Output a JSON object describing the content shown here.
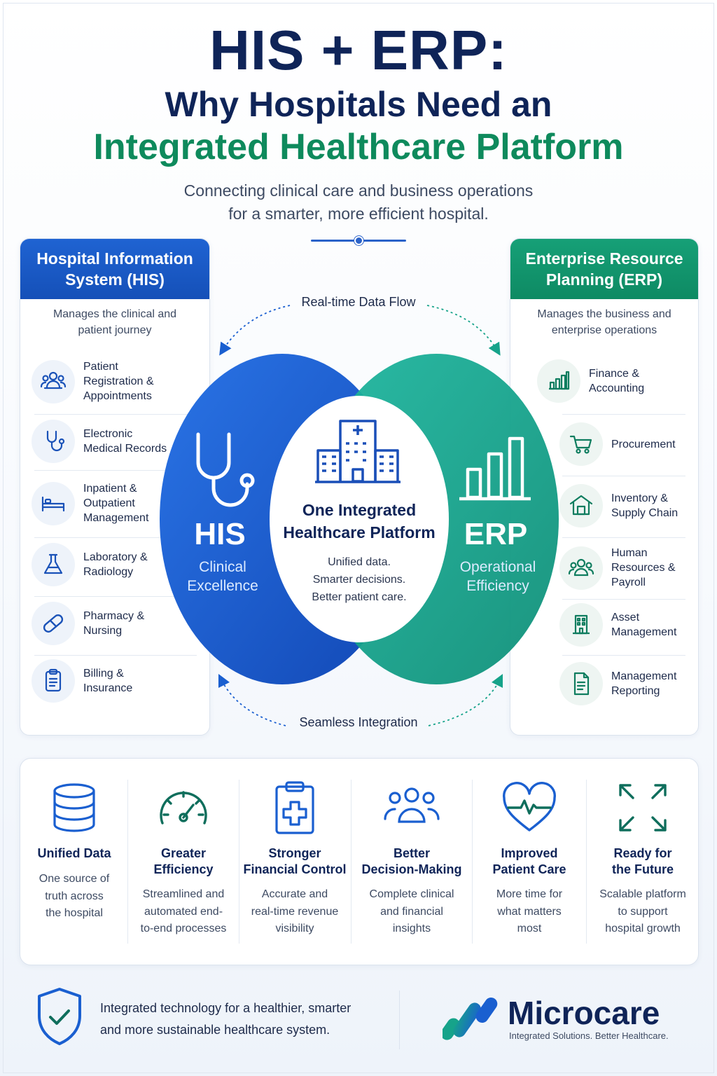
{
  "header": {
    "title_line1": "HIS + ERP:",
    "title_line2": "Why Hospitals Need an",
    "title_line3": "Integrated Healthcare Platform",
    "subtitle_line1": "Connecting clinical care and business operations",
    "subtitle_line2": "for a smarter, more efficient hospital."
  },
  "his_panel": {
    "title_line1": "Hospital Information",
    "title_line2": "System (HIS)",
    "desc_line1": "Manages the clinical and",
    "desc_line2": "patient journey",
    "items": [
      {
        "icon": "patients-icon",
        "lines": [
          "Patient",
          "Registration &",
          "Appointments"
        ]
      },
      {
        "icon": "stethoscope-icon",
        "lines": [
          "Electronic",
          "Medical Records"
        ]
      },
      {
        "icon": "bed-icon",
        "lines": [
          "Inpatient &",
          "Outpatient",
          "Management"
        ]
      },
      {
        "icon": "flask-icon",
        "lines": [
          "Laboratory &",
          "Radiology"
        ]
      },
      {
        "icon": "pill-icon",
        "lines": [
          "Pharmacy &",
          "Nursing"
        ]
      },
      {
        "icon": "clipboard-icon",
        "lines": [
          "Billing &",
          "Insurance"
        ]
      }
    ]
  },
  "erp_panel": {
    "title_line1": "Enterprise Resource",
    "title_line2": "Planning (ERP)",
    "desc_line1": "Manages the business and",
    "desc_line2": "enterprise operations",
    "items": [
      {
        "icon": "bar-chart-icon",
        "lines": [
          "Finance &",
          "Accounting"
        ]
      },
      {
        "icon": "cart-icon",
        "lines": [
          "Procurement"
        ]
      },
      {
        "icon": "warehouse-icon",
        "lines": [
          "Inventory &",
          "Supply Chain"
        ]
      },
      {
        "icon": "people-icon",
        "lines": [
          "Human",
          "Resources &",
          "Payroll"
        ]
      },
      {
        "icon": "building-icon",
        "lines": [
          "Asset",
          "Management"
        ]
      },
      {
        "icon": "report-icon",
        "lines": [
          "Management",
          "Reporting"
        ]
      }
    ]
  },
  "venn": {
    "top_flow": "Real-time Data Flow",
    "bottom_flow": "Seamless Integration",
    "his_title": "HIS",
    "his_sub_line1": "Clinical",
    "his_sub_line2": "Excellence",
    "erp_title": "ERP",
    "erp_sub_line1": "Operational",
    "erp_sub_line2": "Efficiency",
    "center_title_line1": "One Integrated",
    "center_title_line2": "Healthcare Platform",
    "center_line1": "Unified data.",
    "center_line2": "Smarter decisions.",
    "center_line3": "Better patient care.",
    "colors": {
      "his": "#1a5fd0",
      "erp": "#16a38a"
    }
  },
  "benefits": [
    {
      "icon": "database-icon",
      "title": [
        "Unified Data"
      ],
      "desc": [
        "One source of",
        "truth across",
        "the hospital"
      ]
    },
    {
      "icon": "gauge-icon",
      "title": [
        "Greater",
        "Efficiency"
      ],
      "desc": [
        "Streamlined and",
        "automated end-",
        "to-end processes"
      ]
    },
    {
      "icon": "medical-clipboard-icon",
      "title": [
        "Stronger",
        "Financial Control"
      ],
      "desc": [
        "Accurate and",
        "real-time revenue",
        "visibility"
      ]
    },
    {
      "icon": "team-icon",
      "title": [
        "Better",
        "Decision-Making"
      ],
      "desc": [
        "Complete clinical",
        "and financial",
        "insights"
      ]
    },
    {
      "icon": "heart-pulse-icon",
      "title": [
        "Improved",
        "Patient Care"
      ],
      "desc": [
        "More time for",
        "what matters",
        "most"
      ]
    },
    {
      "icon": "expand-icon",
      "title": [
        "Ready for",
        "the Future"
      ],
      "desc": [
        "Scalable platform",
        "to support",
        "hospital growth"
      ]
    }
  ],
  "footer": {
    "text_line1": "Integrated technology for a healthier, smarter",
    "text_line2": "and more sustainable healthcare system.",
    "brand": "Microcare",
    "tagline": "Integrated Solutions. Better Healthcare."
  }
}
